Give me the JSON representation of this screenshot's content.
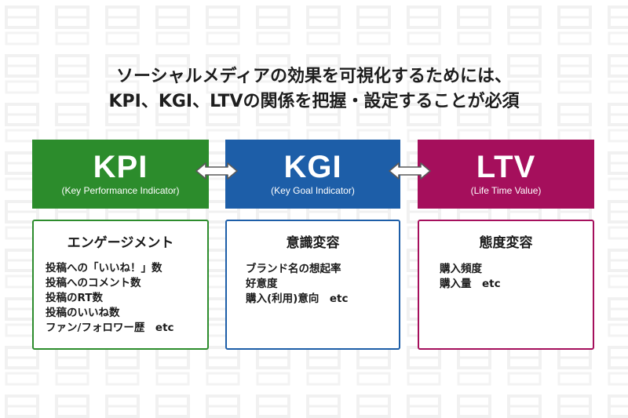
{
  "title": {
    "line1": "ソーシャルメディアの効果を可視化するためには、",
    "line2": "KPI、KGI、LTVの関係を把握・設定することが必須"
  },
  "colors": {
    "kpi": "#2c8c2c",
    "kgi": "#1d5ea8",
    "ltv": "#a50f5c"
  },
  "cards": {
    "kpi": {
      "abbr": "KPI",
      "full": "(Key Performance Indicator)",
      "heading": "エンゲージメント",
      "items": [
        "投稿への「いいね！」数",
        "投稿へのコメント数",
        "投稿のRT数",
        "投稿のいいね数",
        "ファン/フォロワー歴　etc"
      ]
    },
    "kgi": {
      "abbr": "KGI",
      "full": "(Key Goal Indicator)",
      "heading": "意識変容",
      "items": [
        "ブランド名の想起率",
        "好意度",
        "購入(利用)意向　etc"
      ]
    },
    "ltv": {
      "abbr": "LTV",
      "full": "(Life Time Value)",
      "heading": "態度変容",
      "items": [
        "購入頻度",
        "購入量　etc"
      ]
    }
  }
}
